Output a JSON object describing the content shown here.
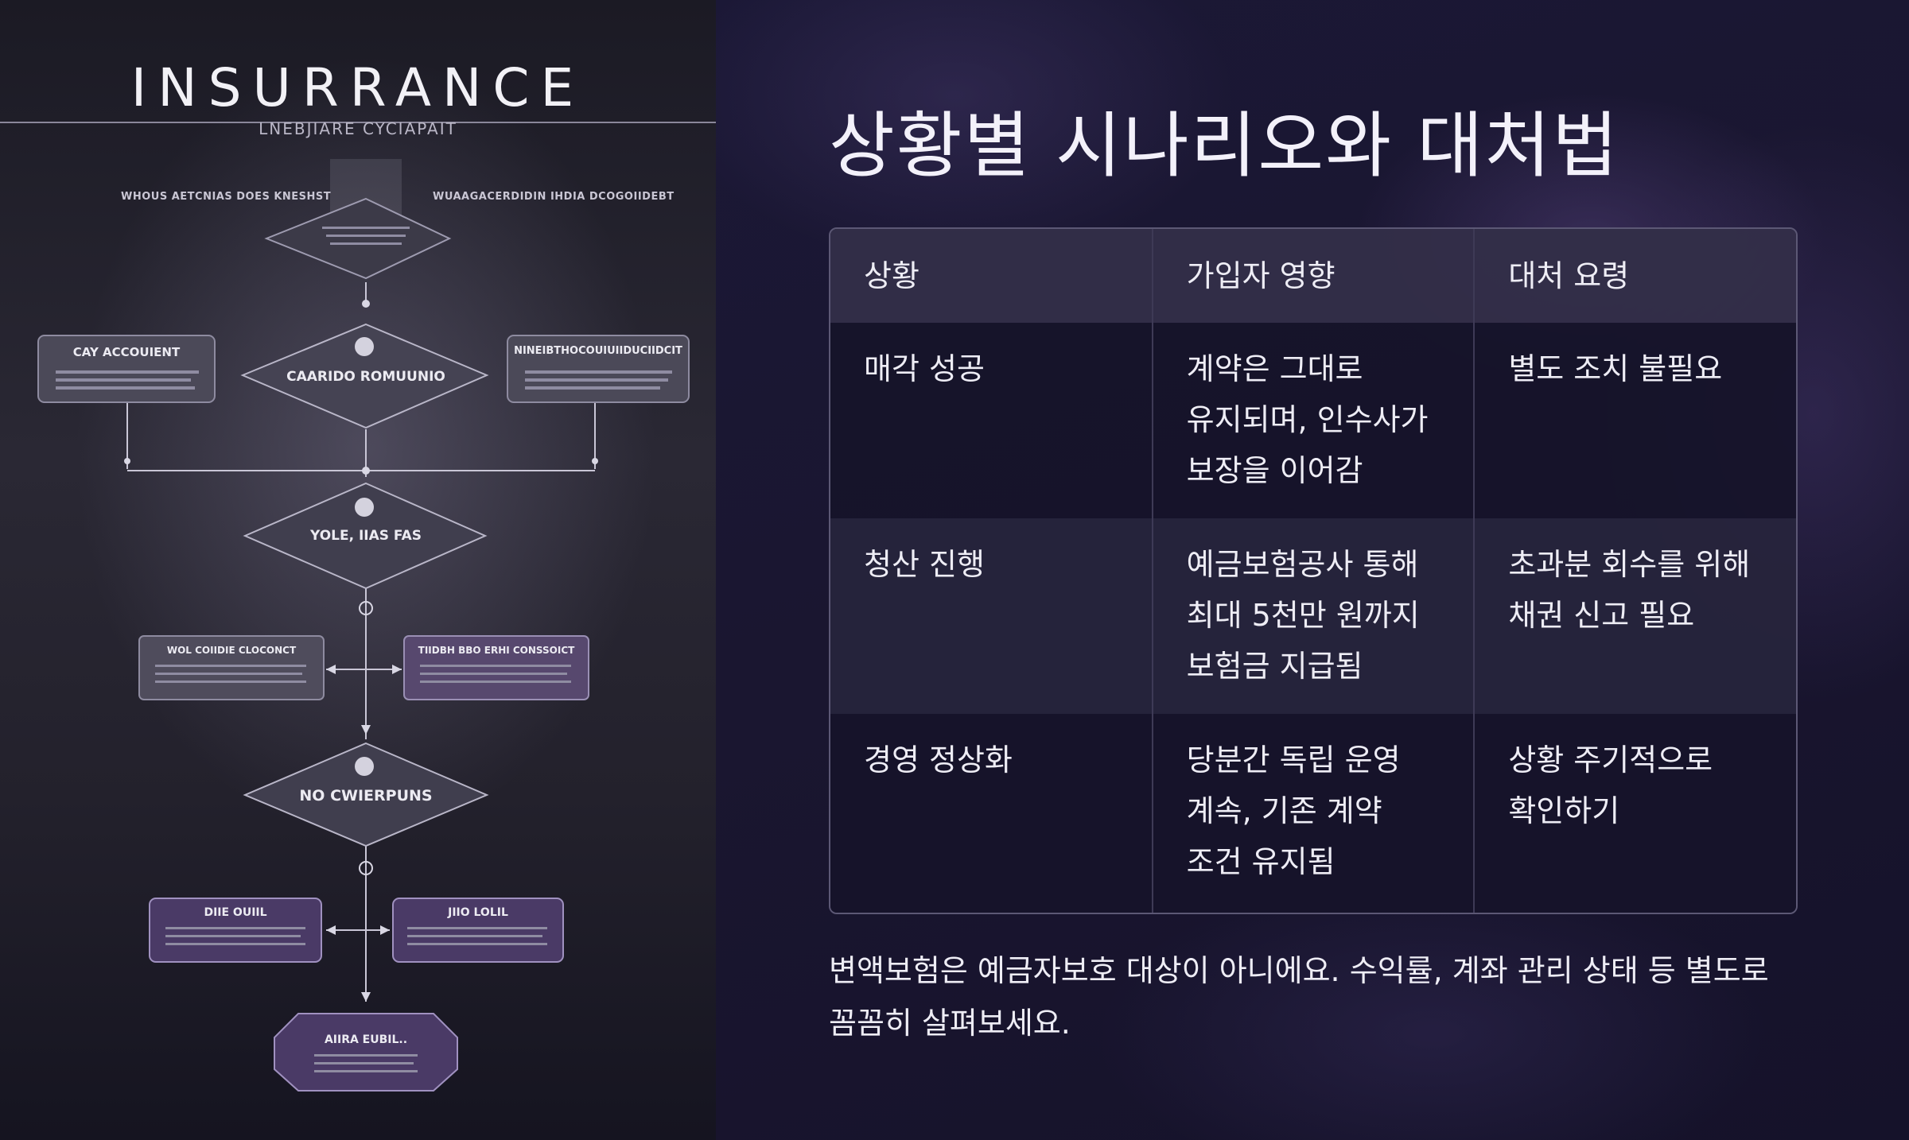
{
  "illustration": {
    "brand_title": "INSURRANCE",
    "brand_subtitle": "LNEBJIARE CYCIAPAIT",
    "header_left": "WHOUS AETCNIAS DOES KNESHST",
    "header_right": "WUAAGACERDIDIN IHDIA DCOGOIIDEBT",
    "nodes": {
      "side_left_1": "CAY ACCOUIENT",
      "decision_1": "CAARIDO ROMUUNIO",
      "side_right_1": "NINEIBTHOCOUIUIIDUCIIDCIT",
      "decision_2": "YOLE, IIAS FAS",
      "side_left_2": "WOL COIIDIE CLOCONCT",
      "side_right_2": "TIIDBH BBO ERHI CONSSOICT",
      "decision_3": "NO CWIERPUNS",
      "side_left_3": "DIIE OUIIL",
      "side_right_3": "JIIO LOLIL",
      "terminal": "AIIRA EUBIL.."
    }
  },
  "content": {
    "title": "상황별 시나리오와 대처법",
    "table": {
      "headers": [
        "상황",
        "가입자 영향",
        "대처 요령"
      ],
      "rows": [
        [
          "매각 성공",
          "계약은 그대로 유지되며, 인수사가 보장을 이어감",
          "별도 조치 불필요"
        ],
        [
          "청산 진행",
          "예금보험공사 통해 최대 5천만 원까지 보험금 지급됨",
          "초과분 회수를 위해 채권 신고 필요"
        ],
        [
          "경영 정상화",
          "당분간 독립 운영 계속, 기존 계약 조건 유지됨",
          "상황 주기적으로 확인하기"
        ]
      ]
    },
    "footnote": "변액보험은 예금자보호 대상이 아니에요. 수익률, 계좌 관리 상태 등 별도로 꼼꼼히 살펴보세요."
  },
  "colors": {
    "background": "#18152f",
    "table_header": "#34304a",
    "table_border": "#5c5875",
    "text": "#eeedf5",
    "node_purple": "#4a3a66",
    "node_gray": "#4b4958"
  }
}
